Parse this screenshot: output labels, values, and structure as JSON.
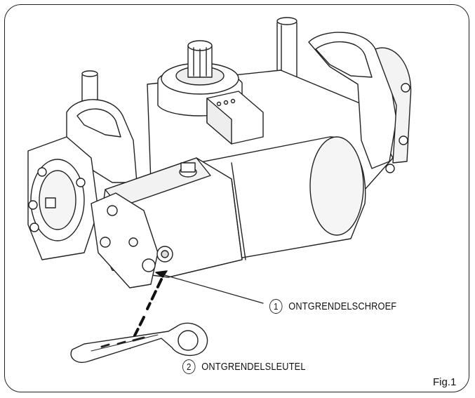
{
  "callouts": [
    {
      "number": "1",
      "label": "ONTGRENDELSCHROEF"
    },
    {
      "number": "2",
      "label": "ONTGRENDELSLEUTEL"
    }
  ],
  "figure_label": "Fig.1",
  "colors": {
    "line": "#222222",
    "fill": "#ffffff",
    "shade": "#e9e9e9"
  }
}
